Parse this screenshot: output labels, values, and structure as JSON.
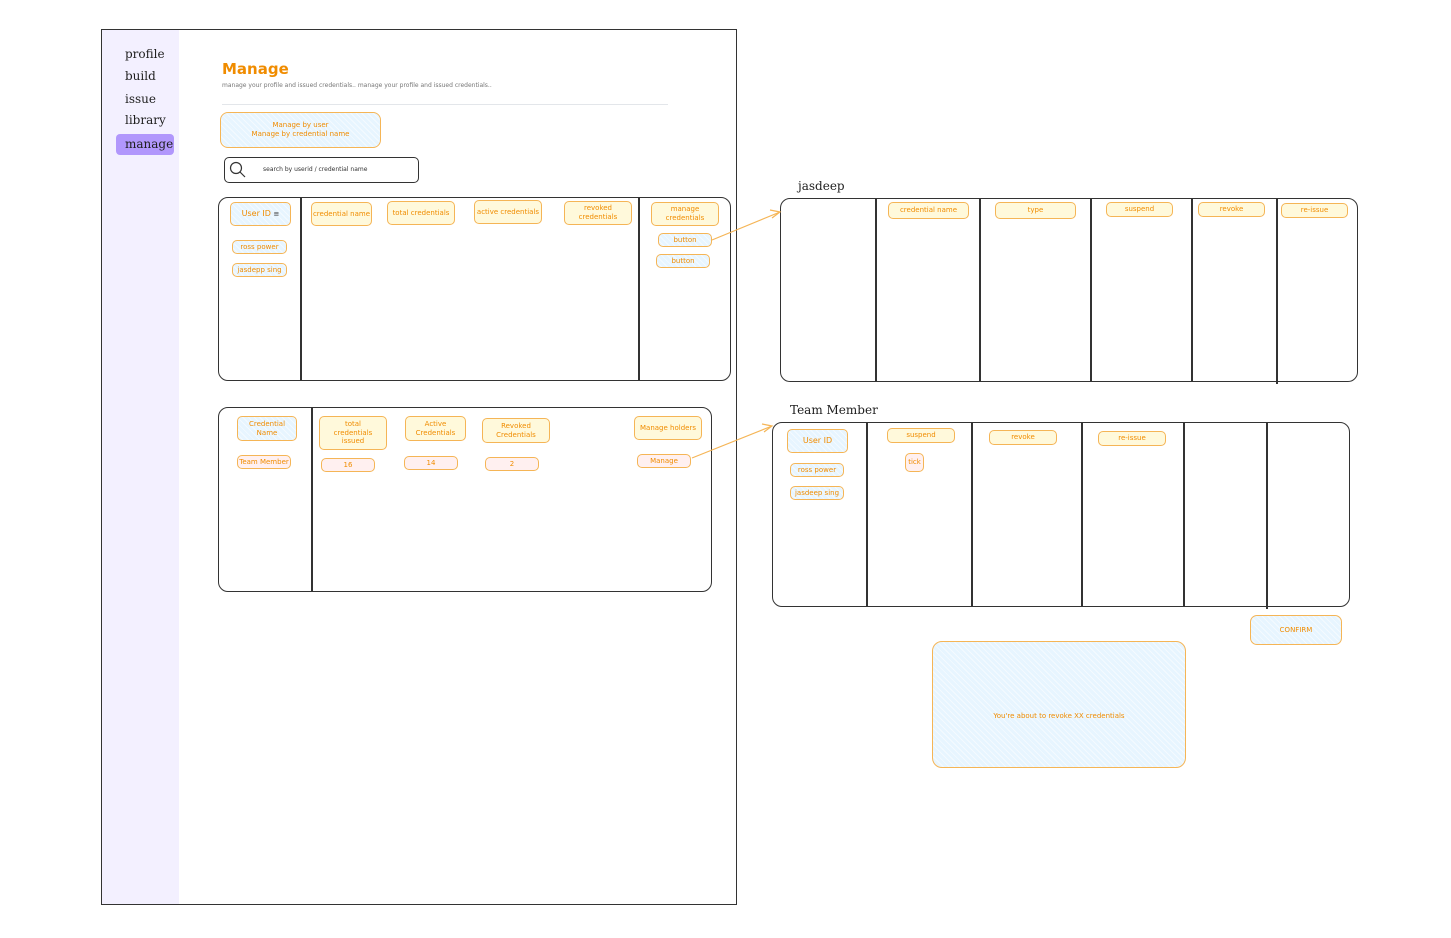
{
  "sidebar": {
    "items": [
      "profile",
      "build",
      "issue",
      "library",
      "manage"
    ],
    "active": "manage"
  },
  "header": {
    "title": "Manage",
    "subtitle": "manage your profile and issued credentials.. manage your profile and issued credentials.."
  },
  "toggle": {
    "line1": "Manage by user",
    "line2": "Manage by credential name"
  },
  "search": {
    "placeholder": "search by userid / credential name"
  },
  "user_table": {
    "user_id_header": "User ID",
    "users": [
      "ross power",
      "jasdepp sing"
    ],
    "headers": [
      "credential name",
      "total credentials",
      "active credentials",
      "revoked credentials",
      "manage credentials"
    ],
    "buttons": [
      "button",
      "button"
    ]
  },
  "credential_table": {
    "name_header": "Credential Name",
    "names": [
      "Team Member"
    ],
    "headers": [
      "total credentials issued",
      "Active Credentials",
      "Revoked Credentials",
      "Manage holders"
    ],
    "values": [
      "16",
      "14",
      "2"
    ],
    "manage_button": "Manage"
  },
  "jasdeep_panel": {
    "title": "jasdeep",
    "headers": [
      "credential name",
      "type",
      "suspend",
      "revoke",
      "re-issue"
    ]
  },
  "team_panel": {
    "title": "Team Member",
    "user_id_header": "User ID",
    "users": [
      "ross power",
      "jasdeep sing"
    ],
    "headers": [
      "suspend",
      "revoke",
      "re-issue"
    ],
    "tick": "tick"
  },
  "confirm_button": "CONFIRM",
  "dialog": {
    "message": "You're about to revoke XX credentials"
  },
  "colors": {
    "accent": "#f08c00",
    "border": "#f5b556",
    "sidebar": "#f3f0ff",
    "active": "#b197fc"
  }
}
